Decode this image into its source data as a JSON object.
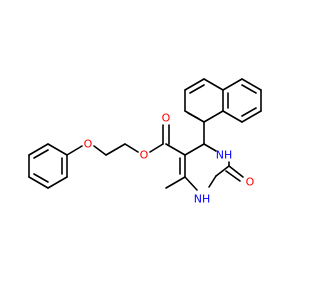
{
  "structure": {
    "atoms": {
      "ester_o_carbonyl": {
        "label": "O",
        "color": "#ff0000"
      },
      "ester_o_bridge": {
        "label": "O",
        "color": "#ff0000"
      },
      "ether_o": {
        "label": "O",
        "color": "#ff0000"
      },
      "ring_nh_top": {
        "label": "NH",
        "color": "#0000ff"
      },
      "ring_nh_bottom": {
        "label": "NH",
        "color": "#0000ff"
      },
      "urea_o": {
        "label": "O",
        "color": "#ff0000"
      }
    }
  }
}
